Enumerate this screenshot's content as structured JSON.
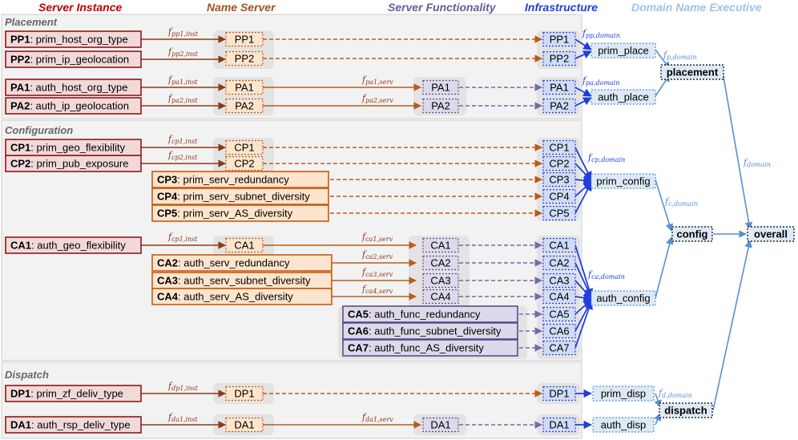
{
  "headers": {
    "server_instance": "Server Instance",
    "name_server": "Name Server",
    "server_functionality": "Server Functionality",
    "infrastructure": "Infrastructure",
    "domain_name_executive": "Domain Name Executive"
  },
  "sections": {
    "placement": "Placement",
    "configuration": "Configuration",
    "dispatch": "Dispatch"
  },
  "instance_nodes": [
    {
      "id": "PP1",
      "name": ": prim_host_org_type"
    },
    {
      "id": "PP2",
      "name": ": prim_ip_geolocation"
    },
    {
      "id": "PA1",
      "name": ": auth_host_org_type"
    },
    {
      "id": "PA2",
      "name": ": auth_ip_geolocation"
    },
    {
      "id": "CP1",
      "name": ": prim_geo_flexibility"
    },
    {
      "id": "CP2",
      "name": ": prim_pub_exposure"
    },
    {
      "id": "CA1",
      "name": ": auth_geo_flexibility"
    },
    {
      "id": "DP1",
      "name": ": prim_zf_deliv_type"
    },
    {
      "id": "DA1",
      "name": ": auth_rsp_deliv_type"
    }
  ],
  "nameserver_metric_nodes": [
    {
      "id": "CP3",
      "name": ": prim_serv_redundancy"
    },
    {
      "id": "CP4",
      "name": ": prim_serv_subnet_diversity"
    },
    {
      "id": "CP5",
      "name": ": prim_serv_AS_diversity"
    },
    {
      "id": "CA2",
      "name": ": auth_serv_redundancy"
    },
    {
      "id": "CA3",
      "name": ": auth_serv_subnet_diversity"
    },
    {
      "id": "CA4",
      "name": ": auth_serv_AS_diversity"
    }
  ],
  "functionality_metric_nodes": [
    {
      "id": "CA5",
      "name": ": auth_func_redundancy"
    },
    {
      "id": "CA6",
      "name": ": auth_func_subnet_diversity"
    },
    {
      "id": "CA7",
      "name": ": auth_func_AS_diversity"
    }
  ],
  "nameserver_nodes": [
    "PP1",
    "PP2",
    "PA1",
    "PA2",
    "CP1",
    "CP2",
    "CA1",
    "DP1",
    "DA1"
  ],
  "functionality_nodes": [
    "PA1",
    "PA2",
    "CA1",
    "CA2",
    "CA3",
    "CA4",
    "DA1"
  ],
  "infrastructure_nodes": [
    "PP1",
    "PP2",
    "PA1",
    "PA2",
    "CP1",
    "CP2",
    "CP3",
    "CP4",
    "CP5",
    "CA1",
    "CA2",
    "CA3",
    "CA4",
    "CA5",
    "CA6",
    "CA7",
    "DP1",
    "DA1"
  ],
  "domain_nodes": [
    "prim_place",
    "auth_place",
    "prim_config",
    "auth_config",
    "prim_disp",
    "auth_disp"
  ],
  "aggregate_nodes": [
    "placement",
    "config",
    "dispatch"
  ],
  "overall_node": "overall",
  "function_labels": [
    {
      "base": "f",
      "sub": "pp1,inst"
    },
    {
      "base": "f",
      "sub": "pp2,inst"
    },
    {
      "base": "f",
      "sub": "pa1,inst"
    },
    {
      "base": "f",
      "sub": "pa2,inst"
    },
    {
      "base": "f",
      "sub": "pa1,serv"
    },
    {
      "base": "f",
      "sub": "pa2,serv"
    },
    {
      "base": "f",
      "sub": "cp1,inst"
    },
    {
      "base": "f",
      "sub": "cp2,inst"
    },
    {
      "base": "f",
      "sub": "cp1,inst"
    },
    {
      "base": "f",
      "sub": "ca1,serv"
    },
    {
      "base": "f",
      "sub": "ca2,serv"
    },
    {
      "base": "f",
      "sub": "ca3,serv"
    },
    {
      "base": "f",
      "sub": "ca4,serv"
    },
    {
      "base": "f",
      "sub": "dp1,inst"
    },
    {
      "base": "f",
      "sub": "da1,inst"
    },
    {
      "base": "f",
      "sub": "da1,serv"
    },
    {
      "base": "f",
      "sub": "pp,domain"
    },
    {
      "base": "f",
      "sub": "pa,domain"
    },
    {
      "base": "f",
      "sub": "cp,domain"
    },
    {
      "base": "f",
      "sub": "ca,domain"
    },
    {
      "base": "f",
      "sub": "d,domain"
    },
    {
      "base": "f",
      "sub": "p,domain"
    },
    {
      "base": "f",
      "sub": "c,domain"
    },
    {
      "base": "f",
      "sub": "domain"
    }
  ],
  "colors": {
    "instance_fill": "#f2d9d9",
    "instance_stroke": "#8b1a1a",
    "nameserver_fill": "#fde4cc",
    "nameserver_stroke": "#c55a11",
    "functionality_fill": "#ddd9ea",
    "functionality_stroke": "#5b4b8a",
    "infrastructure_fill": "#cfdcf5",
    "infrastructure_stroke": "#2a3ee0",
    "domain_fill": "#dde9f5",
    "domain_stroke": "#5a8fd0",
    "header_instance": "#c00000",
    "header_nameserver": "#a0521d",
    "header_functionality": "#6a5a9a",
    "header_infrastructure": "#1f3fdd",
    "header_domain": "#9dc3e6",
    "arrow_instance": "#8b3a1a",
    "arrow_nameserver": "#b85c1a",
    "arrow_functionality": "#7a68a8",
    "arrow_infrastructure": "#1f3fdd",
    "arrow_domain": "#5a8fd0",
    "group_bg": "#e3e3e3",
    "section_bg": "#f2f2f2"
  }
}
